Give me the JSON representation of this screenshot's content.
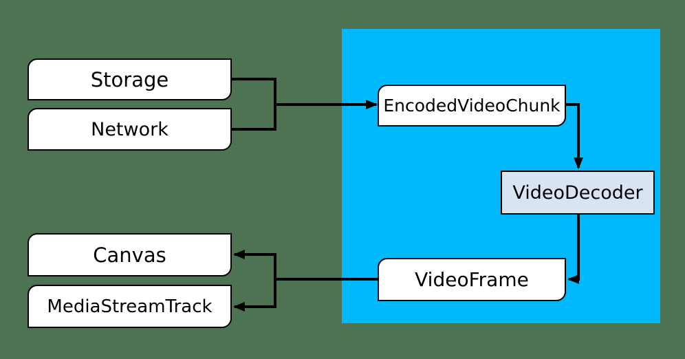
{
  "colors": {
    "background": "#4d7353",
    "webcodecs_region": "#00b8fc",
    "node_fill": "#ffffff",
    "decoder_fill": "#d8e4f2",
    "line": "#000000"
  },
  "nodes": {
    "storage": {
      "label": "Storage"
    },
    "network": {
      "label": "Network"
    },
    "encoded_video_chunk": {
      "label": "EncodedVideoChunk"
    },
    "video_decoder": {
      "label": "VideoDecoder"
    },
    "video_frame": {
      "label": "VideoFrame"
    },
    "canvas": {
      "label": "Canvas"
    },
    "media_stream_track": {
      "label": "MediaStreamTrack"
    }
  }
}
